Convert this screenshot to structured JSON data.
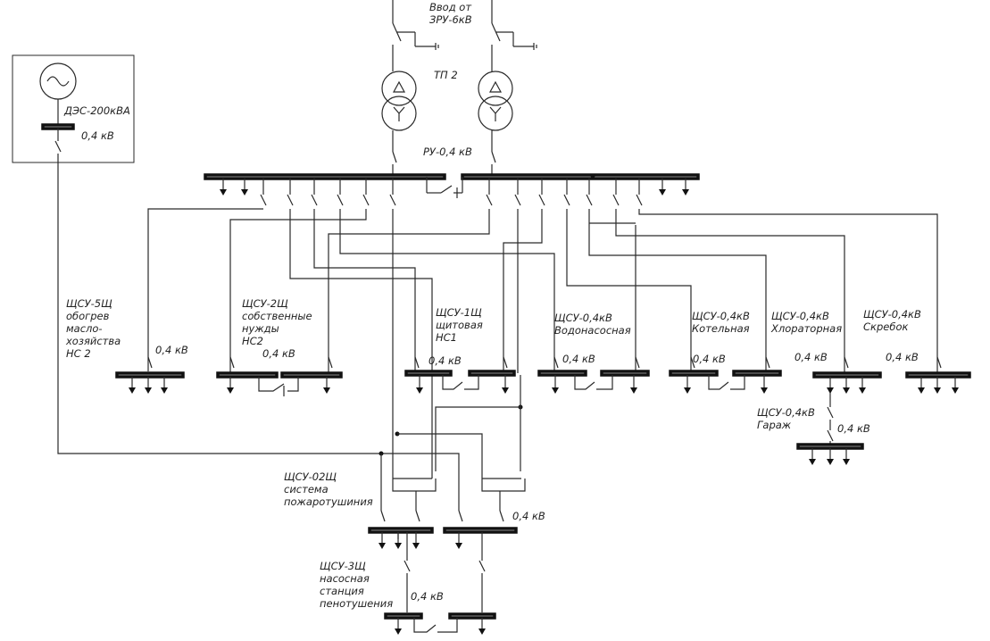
{
  "diagram": {
    "input_label": [
      "Ввод от",
      "ЗРУ-6кВ"
    ],
    "tp_label": "ТП 2",
    "ru_label": "РУ-0,4 кВ",
    "des_label": "ДЭС-200кВА",
    "des_voltage": "0,4 кВ",
    "voltage_label": "0,4 кВ",
    "panels": {
      "shsu5": [
        "ЩСУ-5Щ",
        "обогрев",
        "масло-",
        "хозяйства",
        "НС 2"
      ],
      "shsu2": [
        "ЩСУ-2Щ",
        "собственные",
        "нужды",
        "НС2"
      ],
      "shsu1": [
        "ЩСУ-1Щ",
        "щитовая",
        "НС1"
      ],
      "water": [
        "ЩСУ-0,4кВ",
        "Водонасосная"
      ],
      "boiler": [
        "ЩСУ-0,4кВ",
        "Котельная"
      ],
      "chlor": [
        "ЩСУ-0,4кВ",
        "Хлораторная"
      ],
      "scraper": [
        "ЩСУ-0,4кВ",
        "Скребок"
      ],
      "garage": [
        "ЩСУ-0,4кВ",
        "Гараж"
      ],
      "shsu02": [
        "ЩСУ-02Щ",
        "система",
        "пожаротушиния"
      ],
      "shsu3": [
        "ЩСУ-3Щ",
        "насосная",
        "станция",
        "пенотушения"
      ]
    },
    "transformer_symbols": {
      "primary": "Δ",
      "secondary": "Y"
    },
    "colors": {
      "line": "#2a2a2a",
      "bus": "#111111",
      "text": "#222222"
    }
  }
}
